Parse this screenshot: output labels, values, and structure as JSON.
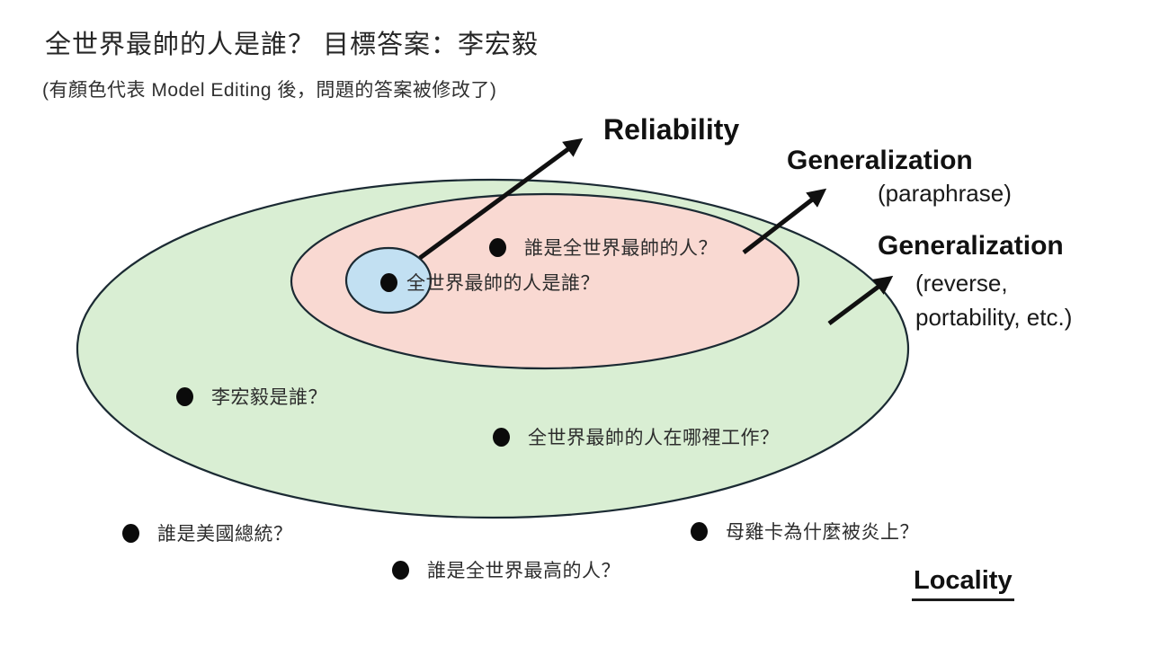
{
  "title": "全世界最帥的人是誰？ 目標答案：李宏毅",
  "subtitle": "(有顏色代表 Model Editing 後，問題的答案被修改了)",
  "annotations": {
    "reliability": "Reliability",
    "generalization1_title": "Generalization",
    "generalization1_sub": "(paraphrase)",
    "generalization2_title": "Generalization",
    "generalization2_sub1": "(reverse,",
    "generalization2_sub2": "portability, etc.)",
    "locality": "Locality"
  },
  "points": [
    {
      "text": "誰是全世界最帥的人？",
      "region": "generalization"
    },
    {
      "text": "全世界最帥的人是誰？",
      "region": "reliability"
    },
    {
      "text": "李宏毅是誰？",
      "region": "locality"
    },
    {
      "text": "全世界最帥的人在哪裡工作？",
      "region": "locality"
    },
    {
      "text": "誰是美國總統？",
      "region": "outside"
    },
    {
      "text": "誰是全世界最高的人？",
      "region": "outside"
    },
    {
      "text": "母雞卡為什麼被炎上？",
      "region": "outside"
    }
  ],
  "colors": {
    "locality_region": "#d9eed3",
    "generalization_region": "#f9d9d2",
    "reliability_region": "#c2e0f2",
    "arrow": "#101010"
  }
}
